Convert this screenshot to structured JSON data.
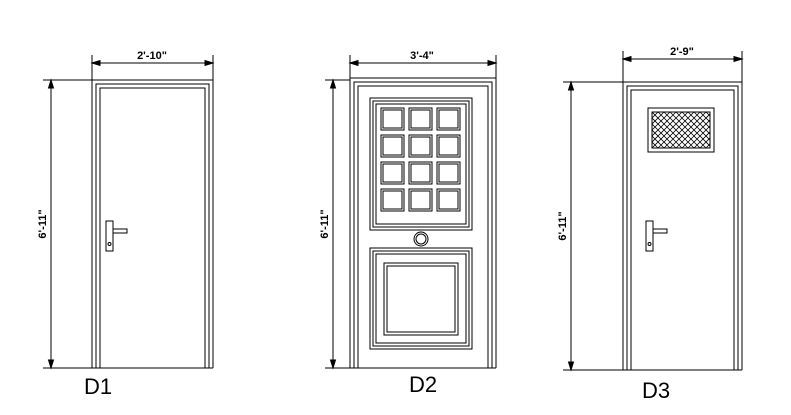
{
  "doors": [
    {
      "label": "D1",
      "width_text": "2'-10\"",
      "height_text": "6'-11\"",
      "type": "flush-with-lever"
    },
    {
      "label": "D2",
      "width_text": "3'-4\"",
      "height_text": "6'-11\"",
      "type": "glazed-12-lite-over-raised-panel",
      "lite_grid": {
        "rows": 4,
        "cols": 3
      }
    },
    {
      "label": "D3",
      "width_text": "2'-9\"",
      "height_text": "6'-11\"",
      "type": "flush-with-louvre-vent-and-lever"
    }
  ],
  "colors": {
    "line": "#000000",
    "background": "#ffffff"
  }
}
